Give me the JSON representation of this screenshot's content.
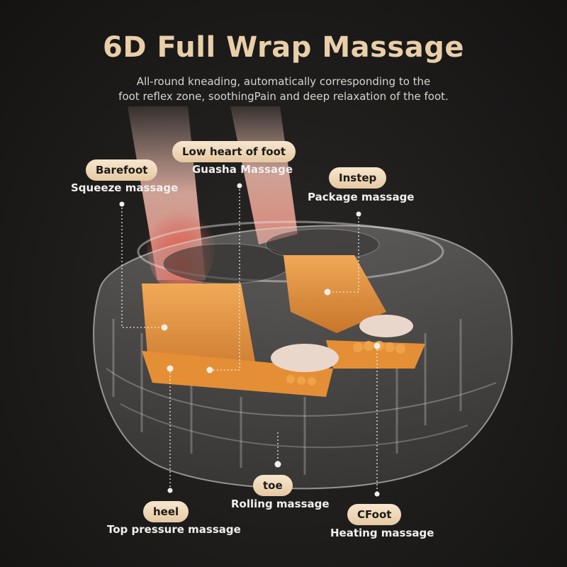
{
  "title": "6D Full Wrap Massage",
  "subtitle": {
    "line1": "All-round kneading, automatically corresponding to the",
    "line2": "foot reflex zone, soothingPain and deep relaxation of the foot."
  },
  "labels": {
    "barefoot": {
      "tag": "Barefoot",
      "caption": "Squeeze massage"
    },
    "low_heart": {
      "tag": "Low heart of foot",
      "caption": "Guasha Massage"
    },
    "instep": {
      "tag": "Instep",
      "caption": "Package massage"
    },
    "heel": {
      "tag": "heel",
      "caption": "Top pressure massage"
    },
    "toe": {
      "tag": "toe",
      "caption": "Rolling massage"
    },
    "cfoot": {
      "tag": "CFoot",
      "caption": "Heating massage"
    }
  },
  "colors": {
    "title": "#e9cfa9",
    "pill": "#f1dcbf",
    "pad": "#e0943f",
    "heat": "#ff3a2a",
    "background": "#1b1a19"
  }
}
